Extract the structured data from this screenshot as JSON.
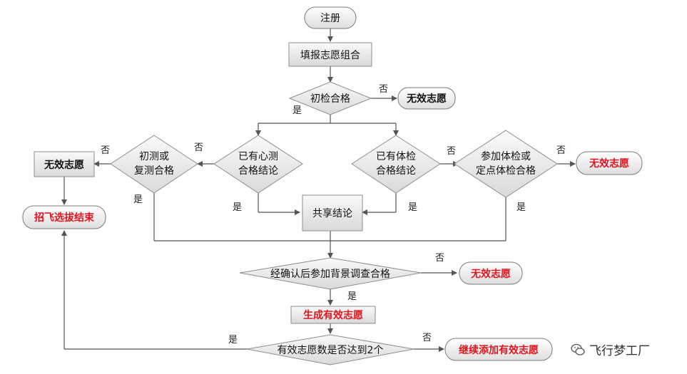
{
  "nodes": {
    "start": "注册",
    "fill_choices": "填报志愿组合",
    "initial_check": "初检合格",
    "invalid_1": "无效志愿",
    "has_psych_line1": "已有心测",
    "has_psych_line2": "合格结论",
    "has_phys_line1": "已有体检",
    "has_phys_line2": "合格结论",
    "initial_psych_line1": "初测或",
    "initial_psych_line2": "复测合格",
    "invalid_left": "无效志愿",
    "end_left": "招飞选拔结束",
    "join_phys_line1": "参加体检或",
    "join_phys_line2": "定点体检合格",
    "invalid_right": "无效志愿",
    "share": "共享结论",
    "background_check": "经确认后参加背景调查合格",
    "invalid_bg": "无效志愿",
    "generate": "生成有效志愿",
    "count_check": "有效志愿数是否达到2个",
    "continue": "继续添加有效志愿"
  },
  "labels": {
    "no": "否",
    "yes": "是"
  },
  "watermark": {
    "text": "飞行梦工厂",
    "icon": "wechat-icon"
  },
  "colors": {
    "accent_red": "#e0141e",
    "box_fill": "#e6e6e6",
    "line": "#555555"
  }
}
